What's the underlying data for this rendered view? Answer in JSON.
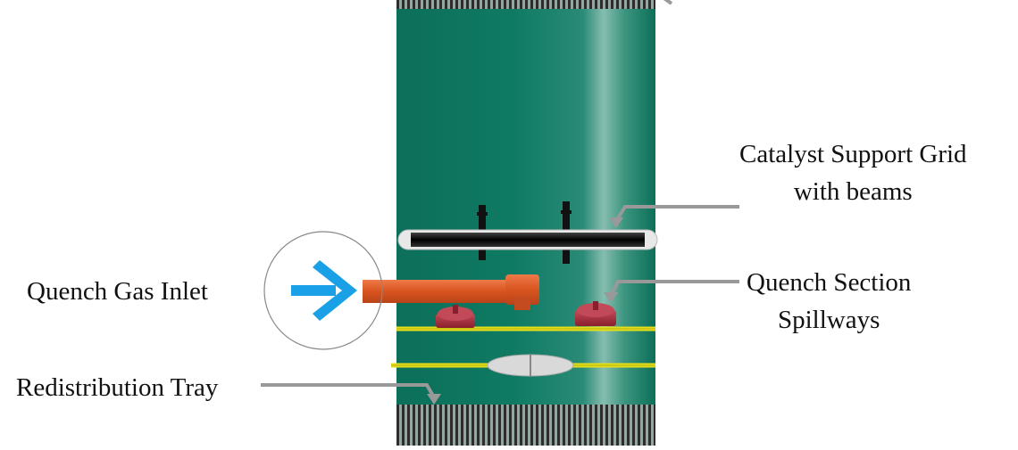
{
  "labels": {
    "catalyst_support_grid": [
      "Catalyst Support Grid",
      "with beams"
    ],
    "quench_section_spillways": [
      "Quench Section",
      "Spillways"
    ],
    "quench_gas_inlet": "Quench Gas Inlet",
    "redistribution_tray": "Redistribution Tray"
  },
  "colors": {
    "vessel_body": "#0f7a63",
    "vessel_highlight": "#7fb9ac",
    "pointer": "#999999",
    "inlet_pipe": "#e05a2a",
    "inlet_arrow": "#1aa0e6",
    "tray_line": "#e4de1c",
    "spillway_cap": "#a52a3a",
    "support_beam": "#111111",
    "catalyst_bed": "#333333",
    "circle_outline": "#888888"
  },
  "icons": {
    "inlet_arrow": "right-arrow-icon"
  }
}
